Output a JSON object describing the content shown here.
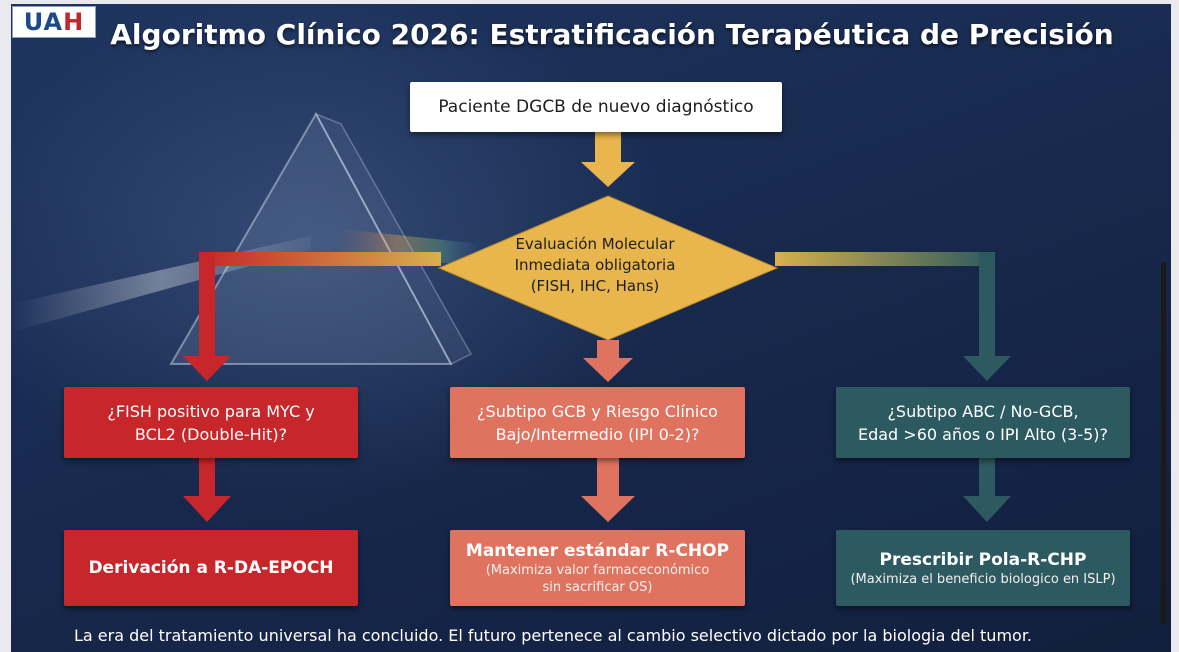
{
  "logo": {
    "text_a": "UA",
    "text_b": "H"
  },
  "title": "Algoritmo Clínico 2026: Estratificación Terapéutica de Precisión",
  "start_node": "Paciente DGCB de nuevo diagnóstico",
  "decision": {
    "line1": "Evaluación Molecular",
    "line2": "Inmediata obligatoria",
    "line3": "(FISH, IHC, Hans)"
  },
  "branches": [
    {
      "question_line1": "¿FISH positivo para MYC y",
      "question_line2": "BCL2 (Double-Hit)?",
      "result_main": "Derivación a R-DA-EPOCH",
      "color": "#c7262a"
    },
    {
      "question_line1": "¿Subtipo GCB y Riesgo Clínico",
      "question_line2": "Bajo/Intermedio (IPI 0-2)?",
      "result_main": "Mantener estándar R-CHOP",
      "result_sub_line1": "(Maximiza valor farmaceconómico",
      "result_sub_line2": "sin sacrificar OS)",
      "color": "#e0735f"
    },
    {
      "question_line1": "¿Subtipo ABC / No-GCB,",
      "question_line2": "Edad >60 años o IPI Alto (3-5)?",
      "result_main": "Prescribir Pola-R-CHP",
      "result_sub_line1": "(Maximiza el beneficio biologico en ISLP)",
      "color": "#2d5a60"
    }
  ],
  "colors": {
    "accent_yellow": "#e8b64c",
    "background": "#1b2e55"
  },
  "footer": "La era del tratamiento universal ha concluido. El futuro pertenece al cambio selectivo dictado por la biologia del tumor."
}
